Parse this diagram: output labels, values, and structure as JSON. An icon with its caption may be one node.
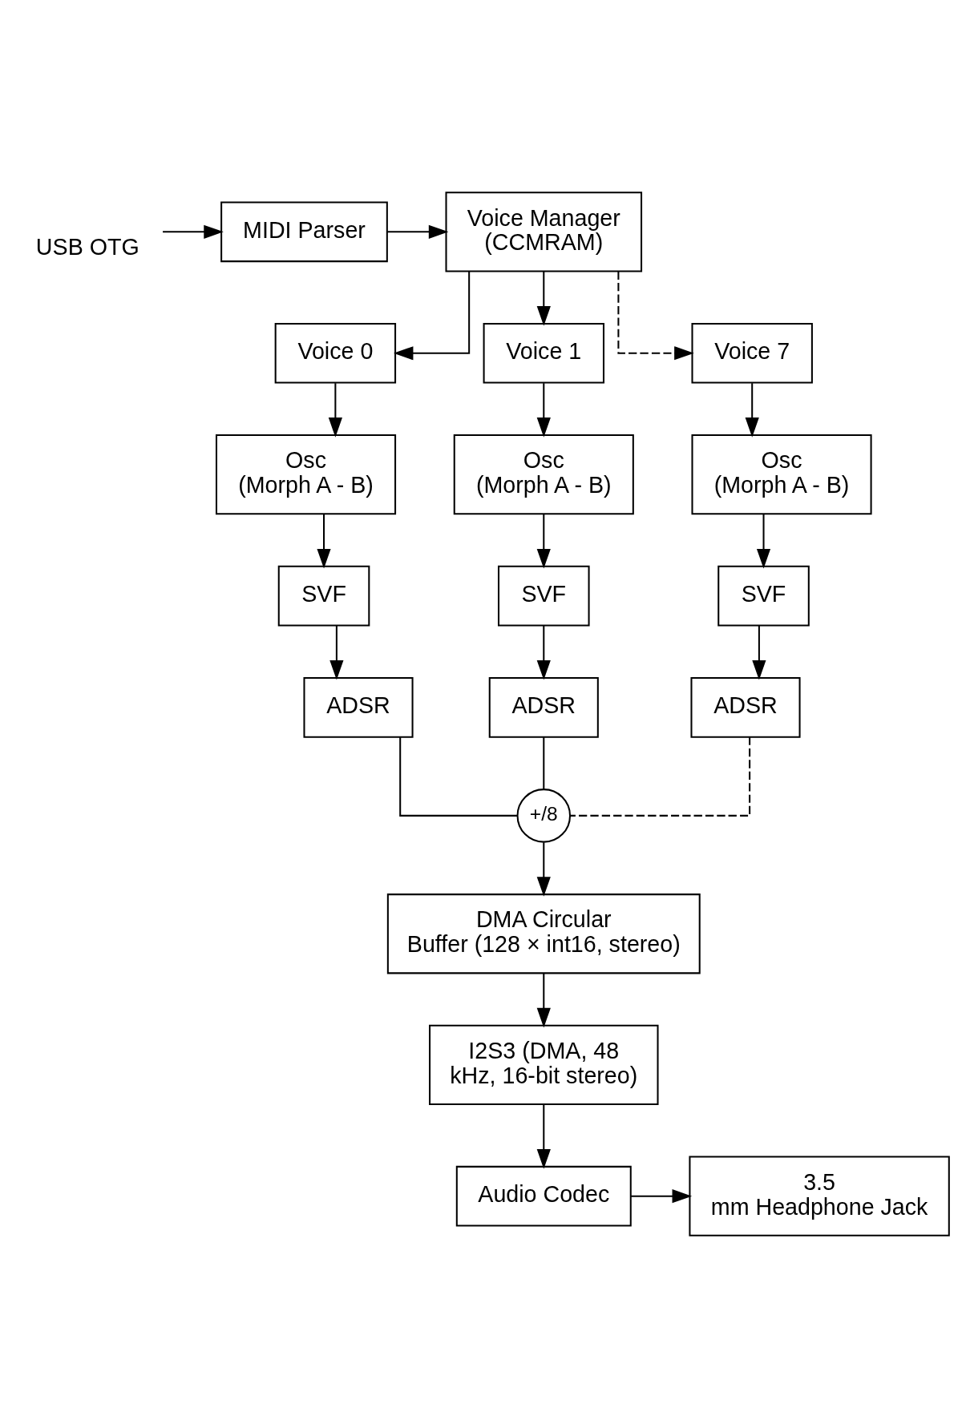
{
  "diagram": {
    "nodes": [
      {
        "text": [
          "USB OTG"
        ]
      },
      {
        "text": [
          "MIDI Parser"
        ]
      },
      {
        "text": [
          "Voice Manager (CCMRAM)"
        ]
      },
      {
        "text": [
          "Voice 0"
        ]
      },
      {
        "text": [
          "Voice 1"
        ]
      },
      {
        "text": [
          "Voice 7"
        ]
      },
      {
        "text": [
          "Osc (Morph A - B)"
        ]
      },
      {
        "text": [
          "Osc (Morph A - B)"
        ]
      },
      {
        "text": [
          "Osc (Morph A - B)"
        ]
      },
      {
        "text": [
          "SVF"
        ]
      },
      {
        "text": [
          "SVF"
        ]
      },
      {
        "text": [
          "SVF"
        ]
      },
      {
        "text": [
          "ADSR"
        ]
      },
      {
        "text": [
          "ADSR"
        ]
      },
      {
        "text": [
          "ADSR"
        ]
      },
      {
        "text": [
          "+/8"
        ]
      },
      {
        "text": [
          "DMA Circular Buffer (128 × int16, stereo)"
        ]
      },
      {
        "text": [
          "I2S3 (DMA, 48 kHz, 16-bit stereo)"
        ]
      },
      {
        "text": [
          "Audio Codec"
        ]
      },
      {
        "text": [
          "3.5 mm Headphone Jack"
        ]
      }
    ],
    "edges": [
      {
        "from": 0,
        "to": 1,
        "arrow": "to"
      },
      {
        "from": 1,
        "to": 2,
        "arrow": "to"
      },
      {
        "from": 2,
        "to": 3,
        "arrow": "to"
      },
      {
        "from": 2,
        "to": 4,
        "arrow": "to"
      },
      {
        "from": 2,
        "to": 5,
        "arrow": "to",
        "style": "dashed"
      },
      {
        "from": 3,
        "to": 6,
        "arrow": "to"
      },
      {
        "from": 4,
        "to": 7,
        "arrow": "to"
      },
      {
        "from": 5,
        "to": 8,
        "arrow": "to"
      },
      {
        "from": 6,
        "to": 9,
        "arrow": "to"
      },
      {
        "from": 7,
        "to": 10,
        "arrow": "to"
      },
      {
        "from": 8,
        "to": 11,
        "arrow": "to"
      },
      {
        "from": 9,
        "to": 12,
        "arrow": "to"
      },
      {
        "from": 10,
        "to": 13,
        "arrow": "to"
      },
      {
        "from": 11,
        "to": 14,
        "arrow": "to"
      },
      {
        "from": 12,
        "to": 15,
        "arrow": "none"
      },
      {
        "from": 13,
        "to": 15,
        "arrow": "none"
      },
      {
        "from": 14,
        "to": 15,
        "arrow": "none",
        "style": "dashed"
      },
      {
        "from": 15,
        "to": 16,
        "arrow": "to"
      },
      {
        "from": 16,
        "to": 17,
        "arrow": "to"
      },
      {
        "from": 17,
        "to": 18,
        "arrow": "to"
      },
      {
        "from": 18,
        "to": 19,
        "arrow": "to"
      }
    ]
  }
}
